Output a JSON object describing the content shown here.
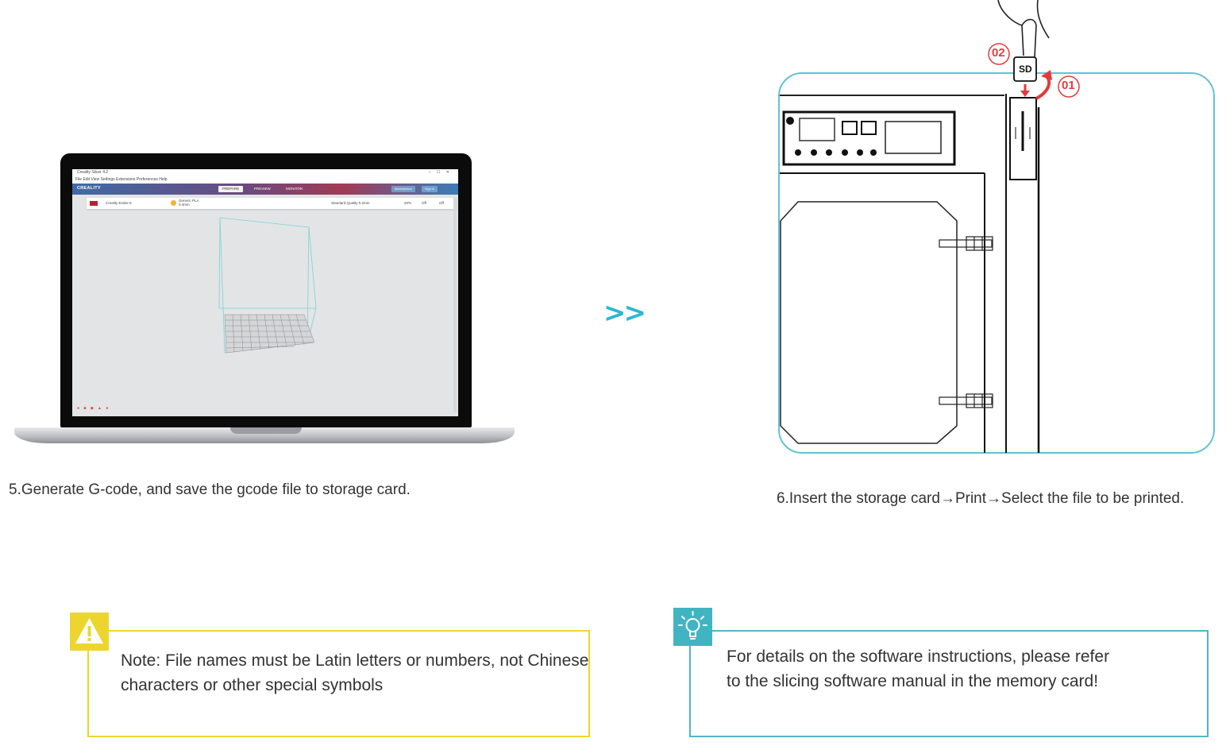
{
  "step5": {
    "caption": "5.Generate G-code, and save the gcode file to storage card.",
    "slicer": {
      "window_title": "Creality Slicer 4.2",
      "menu": "File  Edit  View  Settings  Extensions  Preferences  Help",
      "logo": "CREALITY",
      "tabs": [
        "PREPARE",
        "PREVIEW",
        "MONITOR"
      ],
      "buttons": [
        "Marketplace",
        "Sign in"
      ],
      "printer_name": "Creality Ender-6",
      "material_line1": "Generic PLA",
      "material_line2": "0.4mm",
      "quality": "Standard Quality 0.2mm",
      "infill": "20%",
      "support": "Off",
      "adhesion": "Off",
      "window_controls": "–   ☐   ✕"
    }
  },
  "arrow": ">>",
  "step6": {
    "caption": "6.Insert the storage card→Print→Select the file to be printed.",
    "sd_label": "SD",
    "marker_01": "01",
    "marker_02": "02"
  },
  "warning_note": {
    "text_line1": "Note: File names must be Latin letters or numbers, not Chinese",
    "text_line2": "characters or other special symbols",
    "icon": "warning-triangle-icon",
    "color": "#ecd72b"
  },
  "info_note": {
    "text_line1": "For details on the software instructions, please refer",
    "text_line2": "to the slicing software manual in the memory card!",
    "icon": "lightbulb-icon",
    "color": "#4fb7c4"
  }
}
